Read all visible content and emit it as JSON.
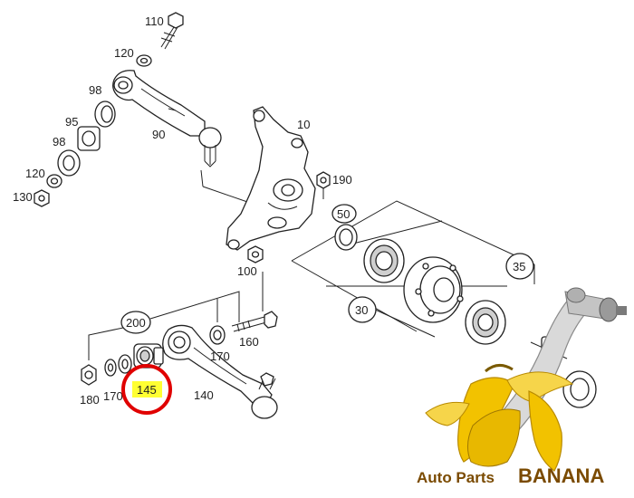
{
  "diagram": {
    "labels": {
      "l110": "110",
      "l120a": "120",
      "l98a": "98",
      "l95": "95",
      "l90": "90",
      "l98b": "98",
      "l120b": "120",
      "l130": "130",
      "l10": "10",
      "l190": "190",
      "l100": "100",
      "l50": "50",
      "l35": "35",
      "l30": "30",
      "l200": "200",
      "l170a": "170",
      "l160": "160",
      "l180": "180",
      "l170b": "170",
      "l145": "145",
      "l140": "140"
    },
    "highlight": {
      "label": "145",
      "fill": "#ffff33",
      "ring": "#e00000"
    }
  },
  "watermark": {
    "brand_text_1": "Auto Parts",
    "brand_text_2": "BANANA",
    "brand_color": "#7a4a00",
    "banana_color": "#f2c200"
  }
}
